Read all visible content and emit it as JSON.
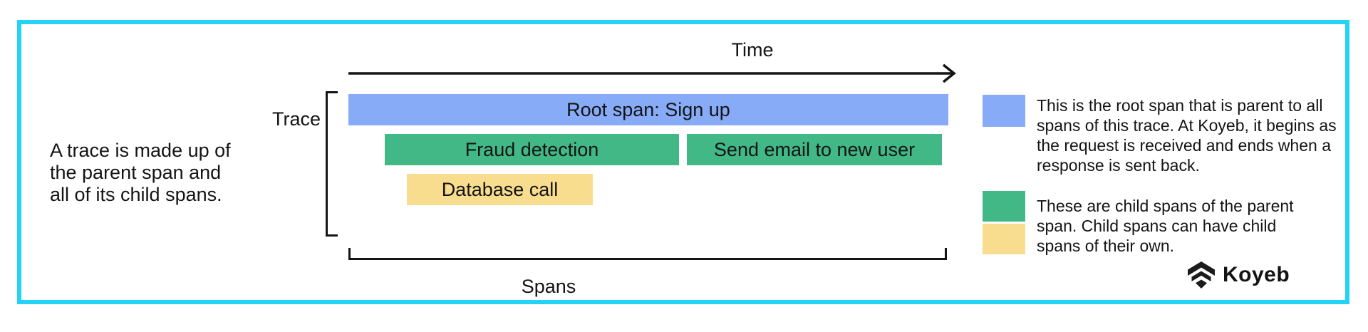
{
  "diagram": {
    "border_color": "#22d3f5",
    "background": "#ffffff",
    "line_color": "#141414"
  },
  "left_note": "A trace is made up of\nthe parent span and\nall of its child spans.",
  "labels": {
    "time": "Time",
    "trace": "Trace",
    "spans": "Spans"
  },
  "bars": {
    "root": {
      "label": "Root span: Sign up",
      "color": "#87abf7"
    },
    "fraud": {
      "label": "Fraud detection",
      "color": "#41b885"
    },
    "email": {
      "label": "Send email to new user",
      "color": "#41b885"
    },
    "database": {
      "label": "Database call",
      "color": "#f9dd8e"
    }
  },
  "legend": {
    "root_swatch_color": "#87abf7",
    "root_note": "This is the root span that is parent to all\nspans of this trace. At Koyeb, it begins as\nthe request is received and ends when a\nresponse is sent back.",
    "child_swatch_colors": [
      "#41b885",
      "#f9d                d8e"
    ],
    "child_note": "These are child spans of the parent\nspan. Child spans can have child\nspans of their own."
  },
  "branding": {
    "name": "Koyeb"
  }
}
